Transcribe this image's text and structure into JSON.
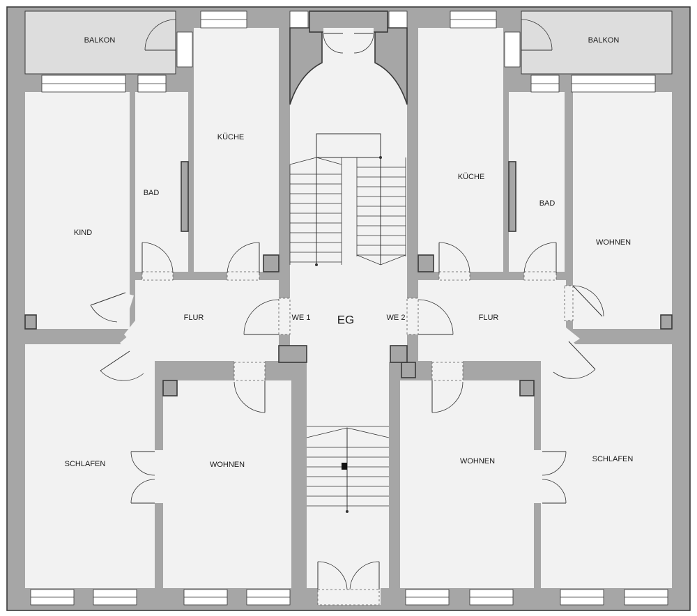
{
  "labels": {
    "balkon": "BALKON",
    "kueche": "KÜCHE",
    "bad": "BAD",
    "kind": "KIND",
    "wohnen": "WOHNEN",
    "flur": "FLUR",
    "schlafen": "SCHLAFEN",
    "we1": "WE 1",
    "we2": "WE 2",
    "eg": "EG"
  },
  "colors": {
    "wall": "#a6a6a6",
    "floor": "#f2f2f2",
    "balcony": "#dddddd",
    "line": "#333333"
  }
}
